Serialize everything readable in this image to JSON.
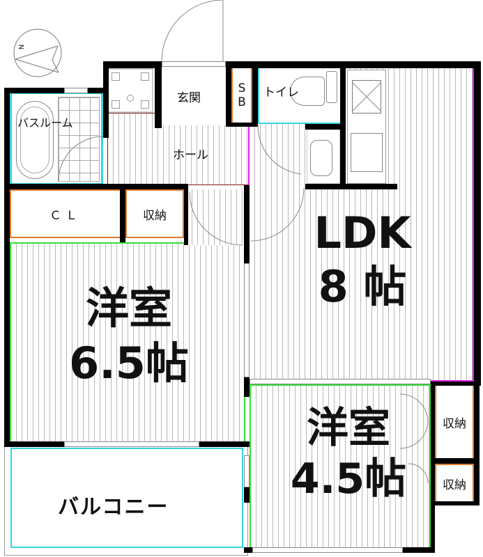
{
  "floor_plan": {
    "rooms": {
      "bathroom": {
        "label": "バスルーム"
      },
      "entrance": {
        "label": "玄関"
      },
      "shoe_box": {
        "label_line1": "S",
        "label_line2": "B"
      },
      "toilet": {
        "label": "トイレ"
      },
      "hall": {
        "label": "ホール"
      },
      "closet": {
        "label": "ＣＬ"
      },
      "storage_west": {
        "label": "収納"
      },
      "ldk": {
        "label_line1": "LDK",
        "label_line2": "8 帖"
      },
      "western_room_large": {
        "label_line1": "洋室",
        "label_line2": "6.5帖"
      },
      "western_room_small": {
        "label_line1": "洋室",
        "label_line2": "4.5帖"
      },
      "storage_east_upper": {
        "label": "収納"
      },
      "storage_east_lower": {
        "label": "収納"
      },
      "balcony": {
        "label": "バルコニー"
      }
    },
    "compass": {
      "label": "N"
    },
    "colors": {
      "wall": "#000000",
      "storage_border": "#e07a2e",
      "wet_area_border": "#33d6e0",
      "ldk_border": "#e020e0",
      "bedroom_border": "#33dd33",
      "hall_border": "#7a1a1a"
    }
  }
}
